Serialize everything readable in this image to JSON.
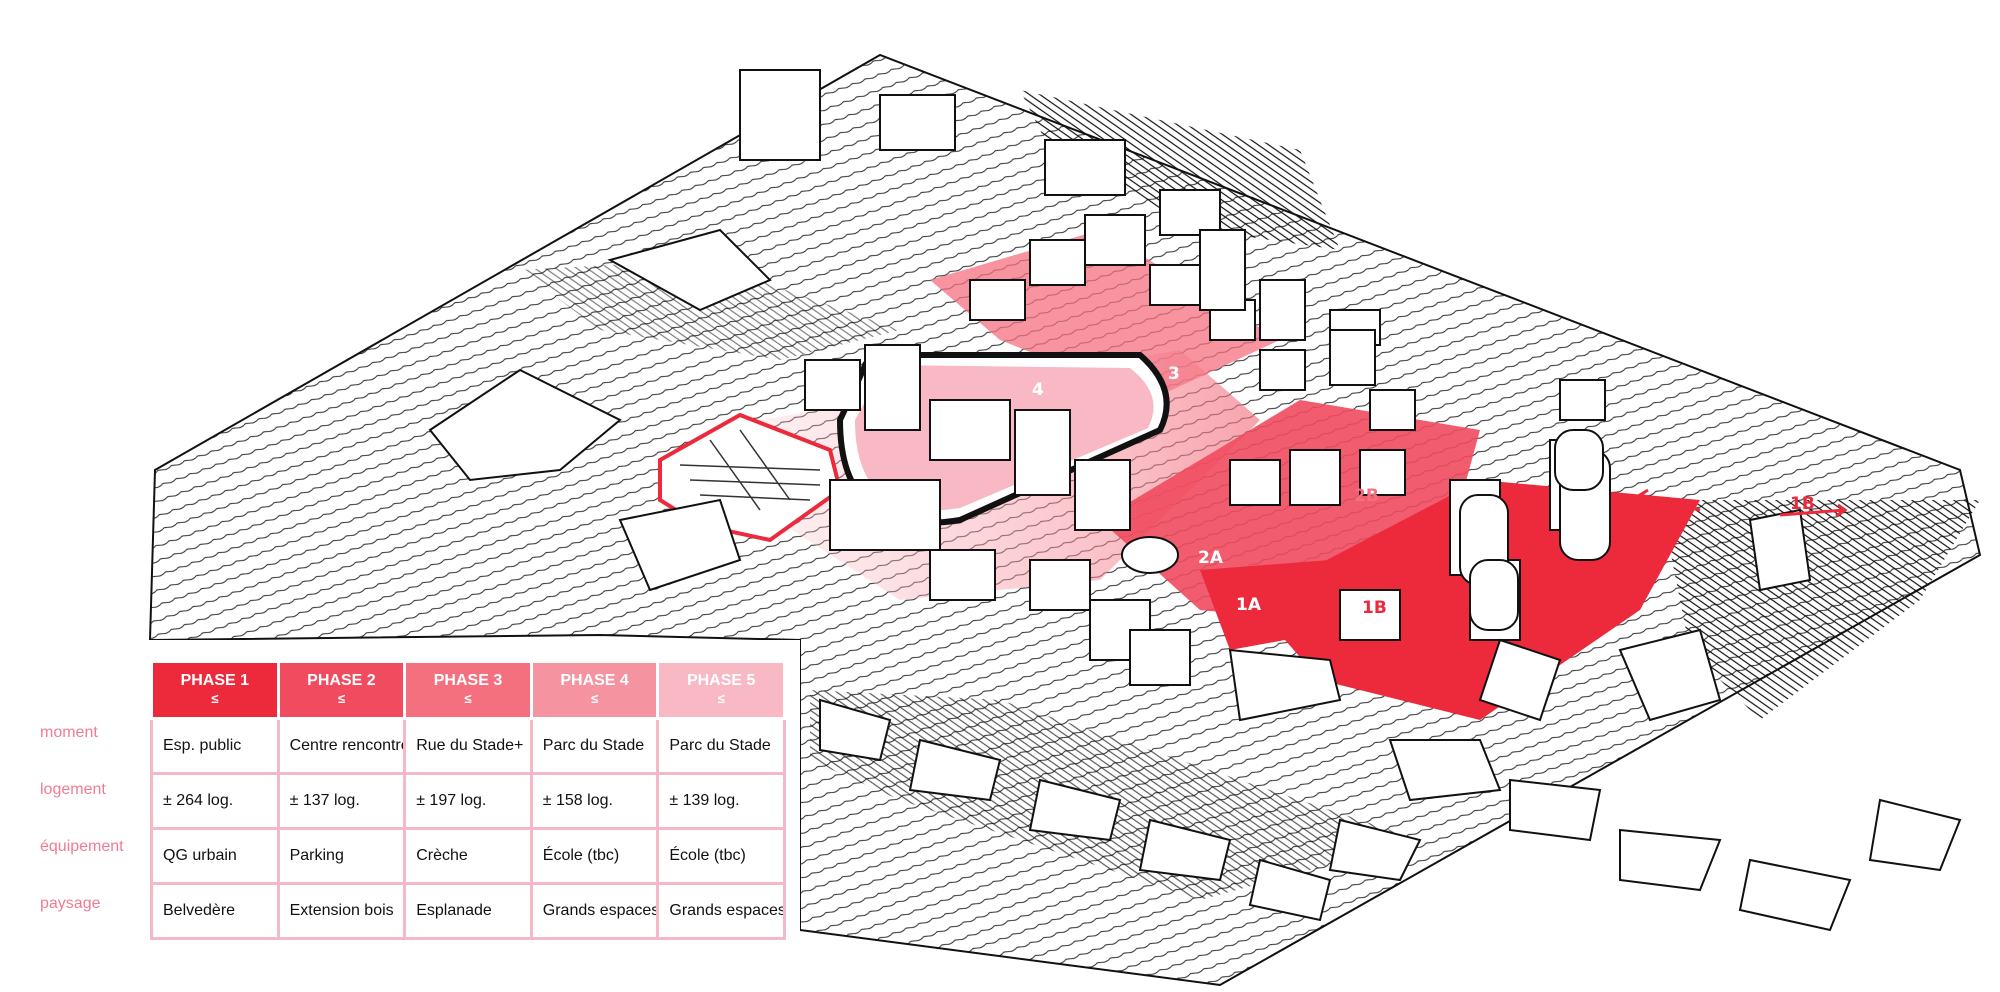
{
  "map": {
    "labels": {
      "zone_4": "4",
      "zone_3": "3",
      "zone_2a": "2A",
      "zone_2b": "2B",
      "zone_1a": "1A",
      "zone_1b": "1B",
      "zone_1b_arrow": "1B"
    }
  },
  "colors": {
    "phase1": "#ec2a3c",
    "phase2": "#f04b5e",
    "phase3": "#f4707f",
    "phase4": "#f593a0",
    "phase5": "#f8b9c4",
    "label_pink": "#f07c93",
    "table_border": "#f5b8c6"
  },
  "table": {
    "row_labels": {
      "moment": "moment",
      "logement": "logement",
      "equipement": "équipement",
      "paysage": "paysage"
    },
    "phases": [
      {
        "title": "PHASE 1",
        "symbol": "≤",
        "moment": "Esp. public",
        "logement": "± 264 log.",
        "equipement": "QG urbain",
        "paysage": "Belvedère"
      },
      {
        "title": "PHASE 2",
        "symbol": "≤",
        "moment": "Centre rencontre",
        "logement": "± 137 log.",
        "equipement": "Parking",
        "paysage": "Extension bois"
      },
      {
        "title": "PHASE 3",
        "symbol": "≤",
        "moment": "Rue du Stade+",
        "logement": "± 197 log.",
        "equipement": "Crèche",
        "paysage": "Esplanade"
      },
      {
        "title": "PHASE 4",
        "symbol": "≤",
        "moment": "Parc du Stade",
        "logement": "± 158 log.",
        "equipement": "École (tbc)",
        "paysage": "Grands espaces"
      },
      {
        "title": "PHASE 5",
        "symbol": "≤",
        "moment": "Parc du Stade",
        "logement": "± 139 log.",
        "equipement": "École (tbc)",
        "paysage": "Grands espaces"
      }
    ]
  }
}
